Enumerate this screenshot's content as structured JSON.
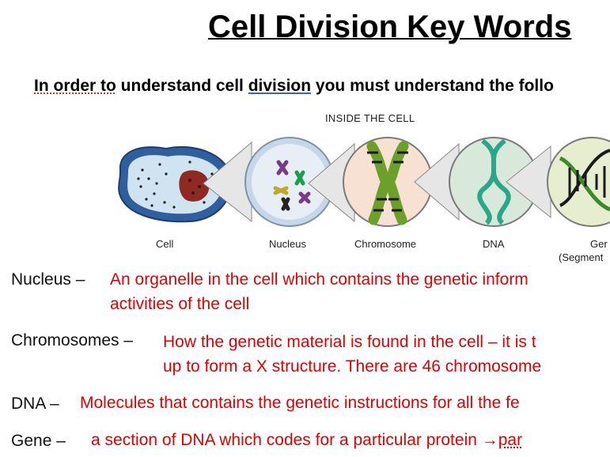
{
  "title": "Cell Division Key Words",
  "subtitle": {
    "part1": "In order to understand cell ",
    "word1": "In order to",
    "part2": " understand cell ",
    "word2": "division",
    "part3": " you must understand the follo"
  },
  "diagram": {
    "title": "INSIDE THE CELL",
    "labels": {
      "cell": "Cell",
      "nucleus": "Nucleus",
      "chromosome": "Chromosome",
      "dna": "DNA",
      "gene": "Ger",
      "gene_sub": "(Segment"
    }
  },
  "terms": [
    {
      "term": "Nucleus –",
      "def_line1": "An organelle in the cell which contains the genetic inform",
      "def_line2": "activities of the cell"
    },
    {
      "term": "Chromosomes –",
      "def_line1": "How the genetic material is found in the cell – it is t",
      "def_line2": "up to form a X structure. There are 46 chromosome"
    },
    {
      "term": "DNA –",
      "def_line1": "Molecules that contains the genetic instructions for all the fe"
    },
    {
      "term": "Gene –",
      "def_line1": "a section of DNA which codes for a particular protein ",
      "arrow": "→",
      "def_tail": "par"
    }
  ],
  "colors": {
    "definition": "#e00000",
    "text": "#000000"
  }
}
